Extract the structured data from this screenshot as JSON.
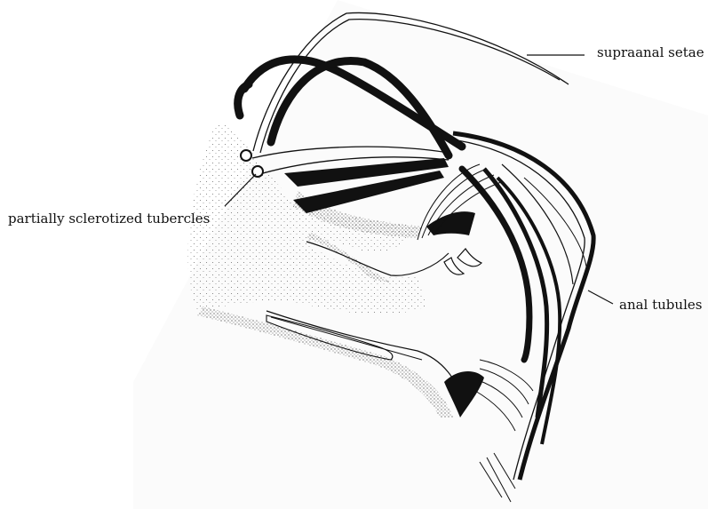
{
  "figure": {
    "labels": {
      "supraanal_setae": "supraanal setae",
      "partially_sclerotized_tubercles": "partially sclerotized tubercles",
      "anal_tubules": "anal tubules"
    },
    "colors": {
      "background": "#ffffff",
      "ink": "#111111",
      "paper": "#fbfbfb"
    }
  }
}
